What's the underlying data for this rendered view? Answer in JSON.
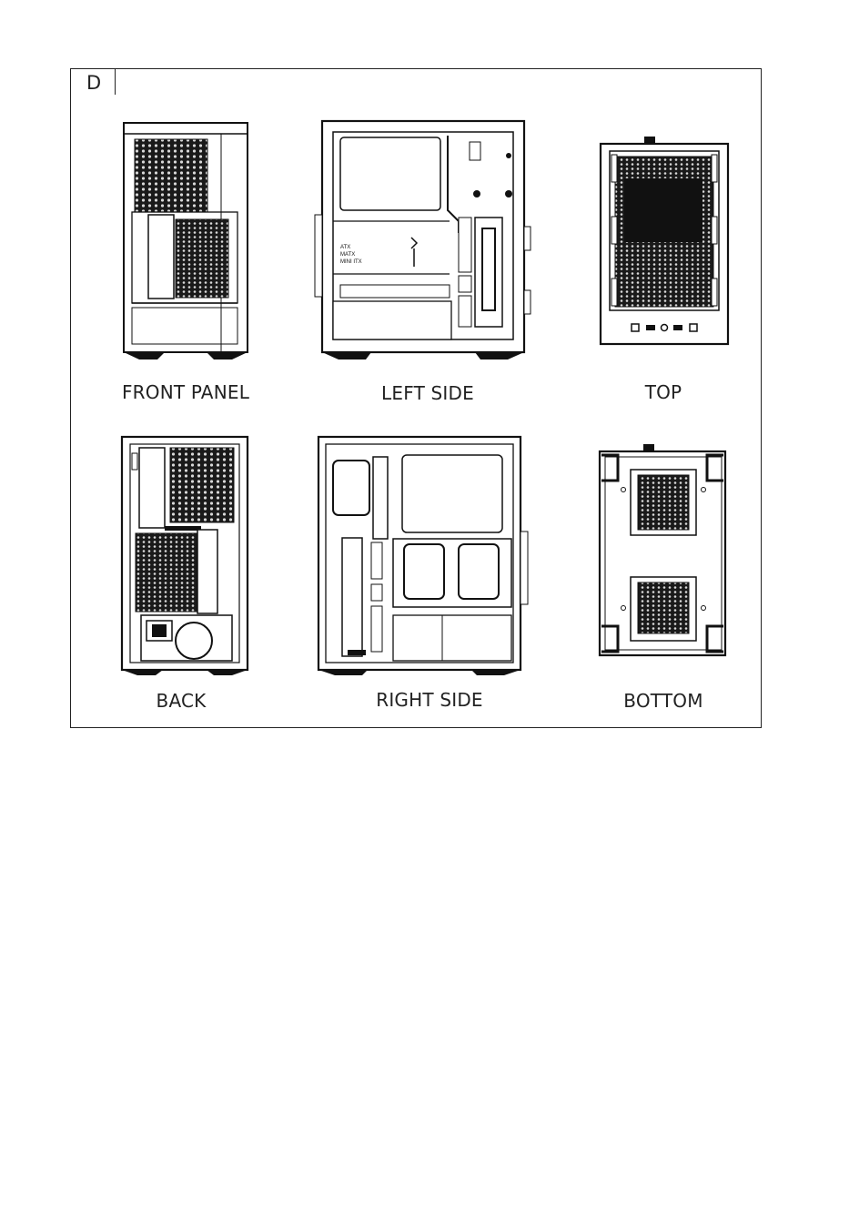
{
  "section": {
    "letter": "D"
  },
  "views": {
    "front": {
      "label": "FRONT PANEL"
    },
    "left": {
      "label": "LEFT SIDE"
    },
    "top": {
      "label": "TOP"
    },
    "back": {
      "label": "BACK"
    },
    "right": {
      "label": "RIGHT SIDE"
    },
    "bottom": {
      "label": "BOTTOM"
    }
  },
  "left_panel_marks": {
    "atx": "ATX",
    "matx": "MATX",
    "mini": "MINI ITX"
  }
}
